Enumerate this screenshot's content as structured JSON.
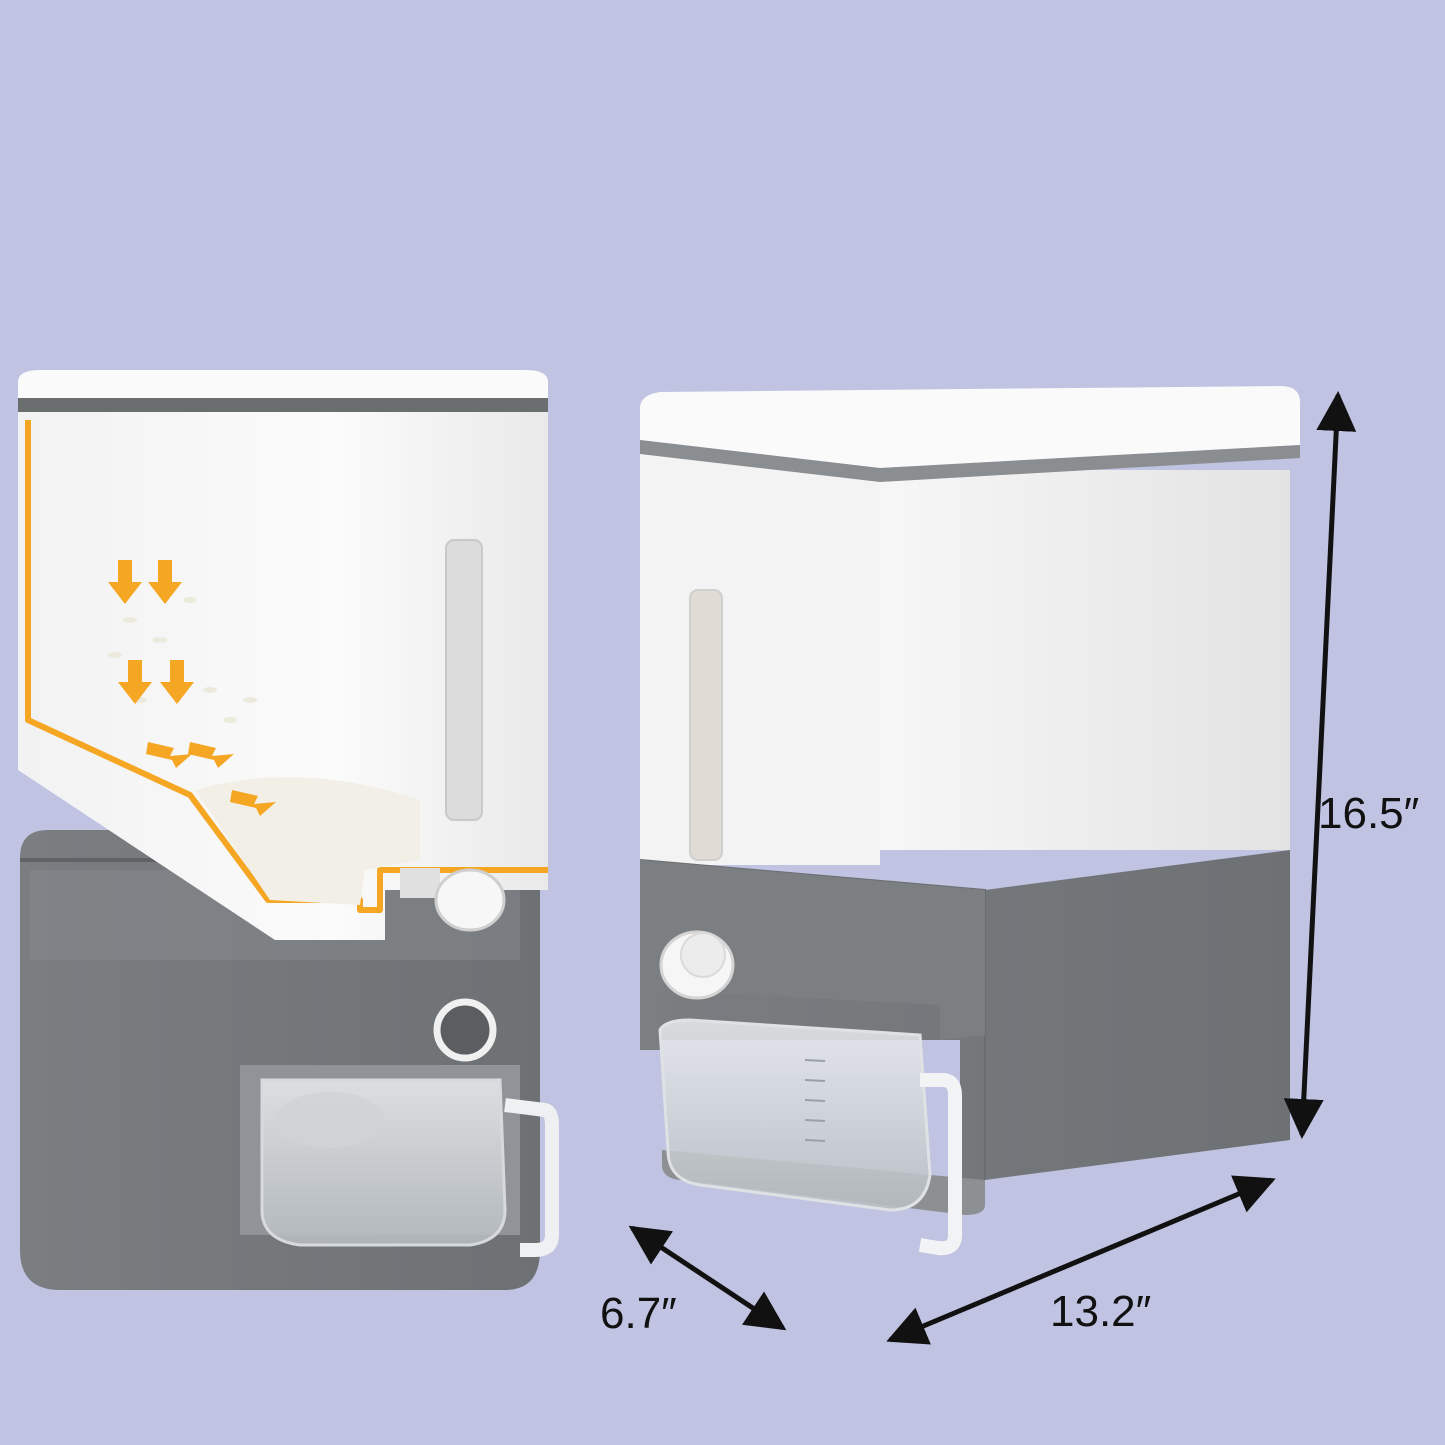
{
  "dimensions": {
    "height": "16.5″",
    "depth": "6.7″",
    "width": "13.2″"
  },
  "colors": {
    "background": "#c0c3e1",
    "container_white": "#f4f4f4",
    "base_gray": "#7d8184",
    "dark_gray": "#63676a",
    "accent_orange": "#f5a623",
    "arrow_black": "#111111"
  },
  "icons": {
    "flow": "down-arrow-icon",
    "knob": "dial-knob-icon"
  }
}
